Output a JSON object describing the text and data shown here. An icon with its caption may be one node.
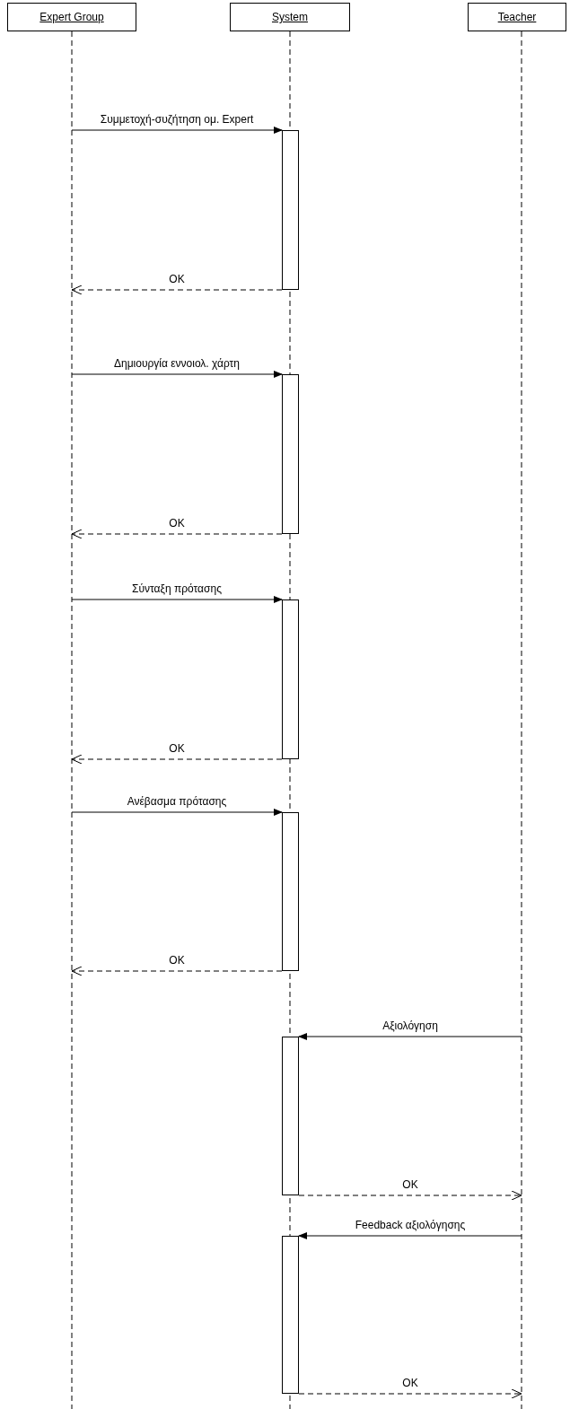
{
  "diagram": {
    "nodes": [
      {
        "text": [
          "Expert Group"
        ]
      },
      {
        "text": [
          "System"
        ]
      },
      {
        "text": [
          "Teacher"
        ]
      },
      {
        "text": [],
        "shape": "bar",
        "in": 1
      },
      {
        "text": [],
        "shape": "bar",
        "in": 1
      },
      {
        "text": [],
        "shape": "bar",
        "in": 1
      },
      {
        "text": [],
        "shape": "bar",
        "in": 1
      },
      {
        "text": [],
        "shape": "bar",
        "in": 1
      },
      {
        "text": [],
        "shape": "bar",
        "in": 1
      }
    ],
    "edges": [
      {
        "from": 0,
        "to": 3,
        "arrow": "to",
        "label": "Συμμετοχή-συζήτηση ομ. Expert"
      },
      {
        "from": 3,
        "to": 0,
        "arrow": "to",
        "label": "OK",
        "style": "dashed"
      },
      {
        "from": 0,
        "to": 4,
        "arrow": "to",
        "label": "Δημιουργία εννοιολ. χάρτη"
      },
      {
        "from": 4,
        "to": 0,
        "arrow": "to",
        "label": "OK",
        "style": "dashed"
      },
      {
        "from": 0,
        "to": 5,
        "arrow": "to",
        "label": "Σύνταξη πρότασης"
      },
      {
        "from": 5,
        "to": 0,
        "arrow": "to",
        "label": "OK",
        "style": "dashed"
      },
      {
        "from": 0,
        "to": 6,
        "arrow": "to",
        "label": "Ανέβασμα πρότασης"
      },
      {
        "from": 6,
        "to": 0,
        "arrow": "to",
        "label": "OK",
        "style": "dashed"
      },
      {
        "from": 2,
        "to": 7,
        "arrow": "to",
        "label": "Αξιολόγηση"
      },
      {
        "from": 7,
        "to": 2,
        "arrow": "to",
        "label": "OK",
        "style": "dashed"
      },
      {
        "from": 2,
        "to": 8,
        "arrow": "to",
        "label": "Feedback αξιολόγησης"
      },
      {
        "from": 8,
        "to": 2,
        "arrow": "to",
        "label": "OK",
        "style": "dashed"
      }
    ]
  }
}
